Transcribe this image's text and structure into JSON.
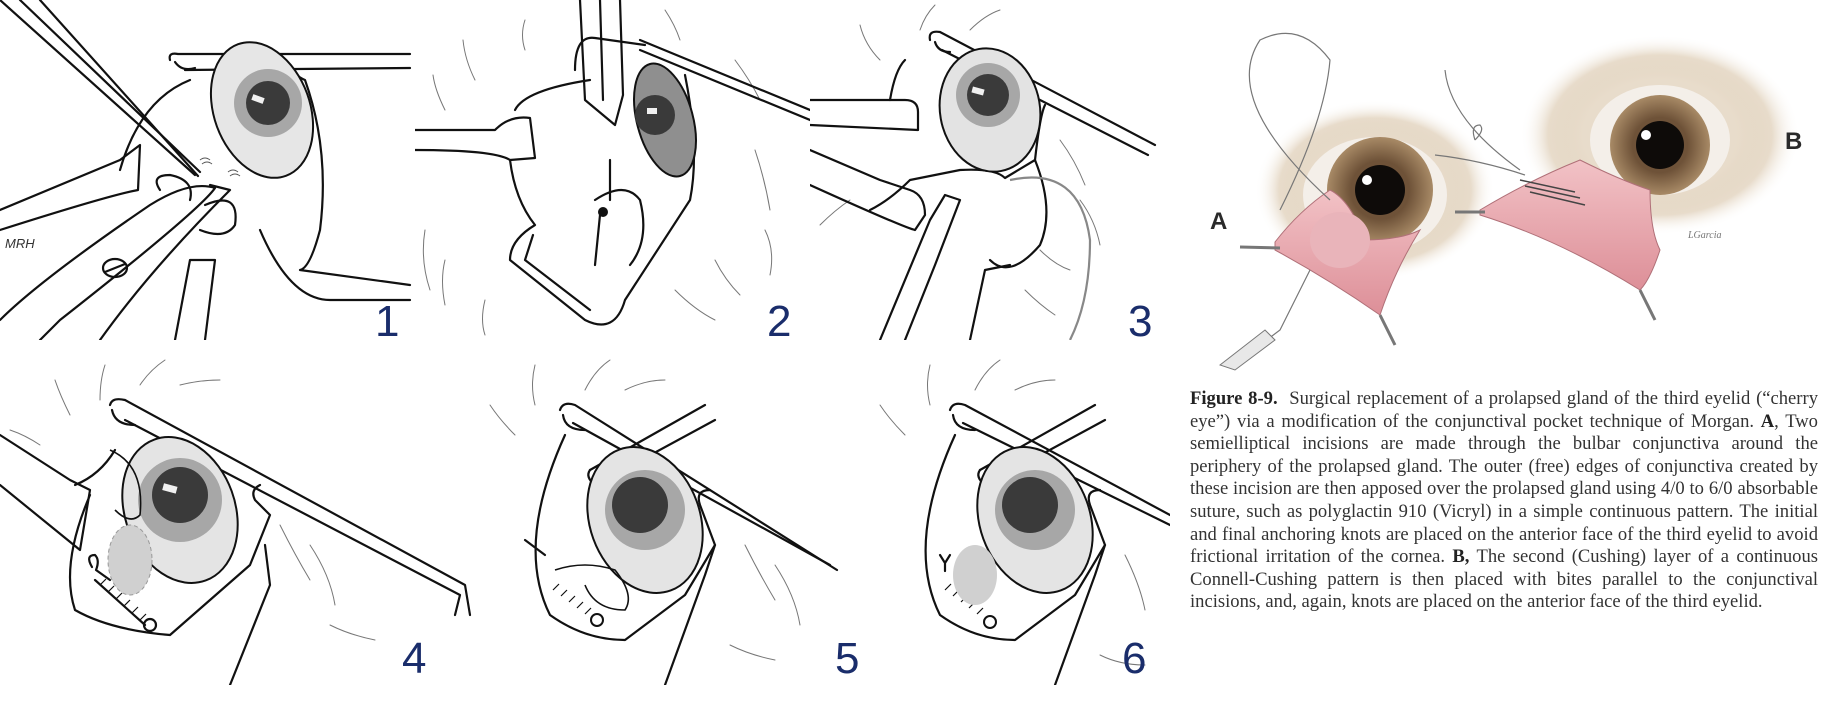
{
  "figure": {
    "panels": [
      {
        "number": "1",
        "artist_initials": "MRH"
      },
      {
        "number": "2"
      },
      {
        "number": "3"
      },
      {
        "number": "4"
      },
      {
        "number": "5"
      },
      {
        "number": "6"
      }
    ],
    "illustration": {
      "labels": [
        "A",
        "B"
      ],
      "signature": "LGarcia"
    },
    "colors": {
      "panel_number": "#1a2d6b",
      "tissue_pink": "#e8a0a8",
      "iris_brown": "#8a6a4a",
      "line_art": "#111111",
      "eye_gray": "#9a9a9a"
    },
    "caption": {
      "figure_id": "Figure 8-9.",
      "intro": "Surgical replacement of a prolapsed gland of the third eyelid (“cherry eye”) via a modification of the conjunctival pocket technique of Morgan.",
      "label_a": "A",
      "text_a": ", Two semielliptical incisions are made through the bulbar conjunctiva around the periphery of the prolapsed gland. The outer (free) edges of conjunctiva created by these incision are then apposed over the prolapsed gland using 4/0 to 6/0 absorbable suture, such as polyglactin 910 (Vicryl) in a simple continuous pattern. The initial and final anchoring knots are placed on the anterior face of the third eyelid to avoid frictional irritation of the cornea.",
      "label_b": "B,",
      "text_b": "The second (Cushing) layer of a continuous Connell-Cushing pattern is then placed with bites parallel to the conjunctival incisions, and, again, knots are placed on the anterior face of the third eyelid."
    }
  }
}
